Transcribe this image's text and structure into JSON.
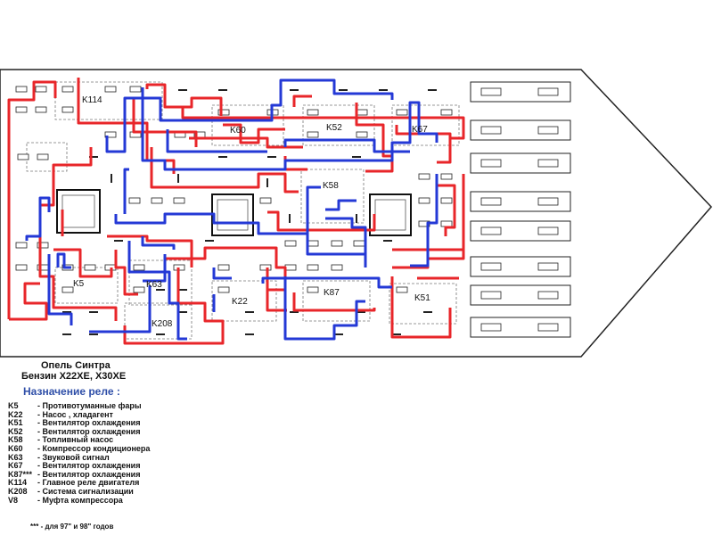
{
  "diagram": {
    "relay_labels": {
      "k114": "K114",
      "k60": "K60",
      "k52": "K52",
      "k67": "K67",
      "k58": "K58",
      "k5": "K5",
      "k63": "K63",
      "k22": "K22",
      "k87": "K87",
      "k51": "K51",
      "k208": "K208"
    },
    "colors": {
      "red_wire": "#e8262a",
      "blue_wire": "#2439d6",
      "outline": "#222222",
      "dashed": "#777777"
    }
  },
  "caption": {
    "title_line1": "Опель Синтра",
    "title_line2": "Бензин  X22XE, X30XE",
    "legend_heading": "Назначение реле :",
    "legend": [
      {
        "code": "K5",
        "desc": "- Противотуманные фары"
      },
      {
        "code": "K22",
        "desc": "- Насос , хладагент"
      },
      {
        "code": "K51",
        "desc": "- Вентилятор охлаждения"
      },
      {
        "code": "K52",
        "desc": "- Вентилятор охлаждения"
      },
      {
        "code": "K58",
        "desc": "- Топливный насос"
      },
      {
        "code": "K60",
        "desc": "- Компрессор кондиционера"
      },
      {
        "code": "K63",
        "desc": "- Звуковой сигнал"
      },
      {
        "code": "K67",
        "desc": "- Вентилятор охлаждения"
      },
      {
        "code": "K87***",
        "desc": "- Вентилятор охлаждения"
      },
      {
        "code": "K114",
        "desc": "- Главное реле двигателя"
      },
      {
        "code": "K208",
        "desc": "- Система сигнализации"
      },
      {
        "code": "V8",
        "desc": "- Муфта компрессора"
      }
    ],
    "footnote": "*** - для 97\" и  98\" годов"
  }
}
